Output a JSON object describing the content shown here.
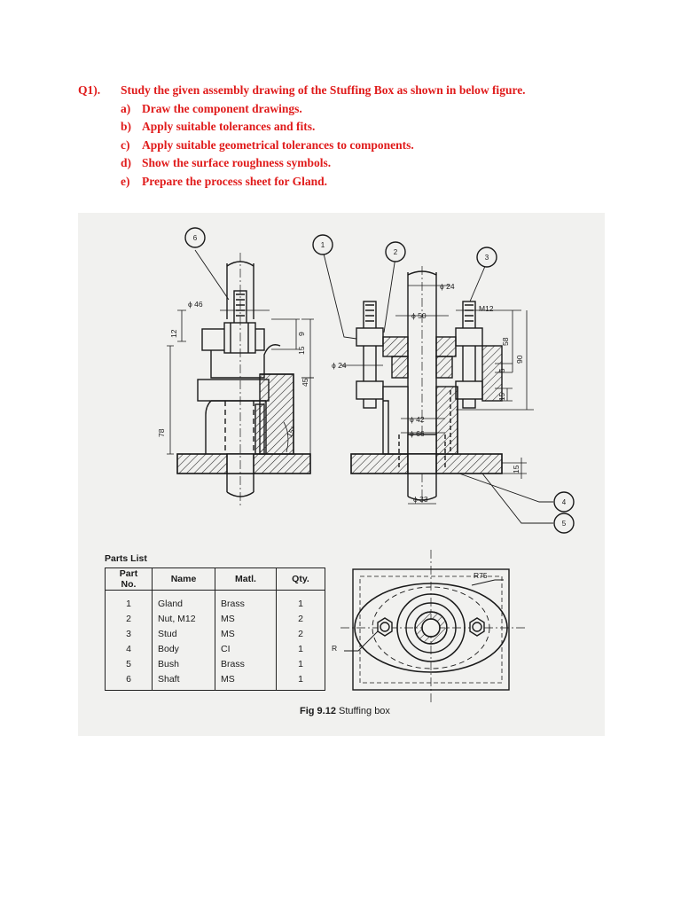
{
  "question": {
    "number": "Q1).",
    "text": "Study the given assembly drawing of the Stuffing Box as shown in below figure.",
    "items": [
      {
        "mark": "a)",
        "text": "Draw the component drawings."
      },
      {
        "mark": "b)",
        "text": "Apply suitable tolerances and fits."
      },
      {
        "mark": "c)",
        "text": "Apply suitable geometrical tolerances to components."
      },
      {
        "mark": "d)",
        "text": "Show the surface roughness symbols."
      },
      {
        "mark": "e)",
        "text": "Prepare the process sheet for Gland."
      }
    ],
    "color": "#e01b1b"
  },
  "drawing": {
    "balloons": [
      "6",
      "1",
      "2",
      "3",
      "4",
      "5"
    ],
    "dims_left": [
      "ϕ 46",
      "12",
      "15",
      "9",
      "45",
      "78",
      "15°"
    ],
    "dims_right": [
      "ϕ 24",
      "ϕ 50",
      "M12",
      "58",
      "90",
      "5",
      "15",
      "ϕ 24",
      "ϕ 42",
      "ϕ 66",
      "15",
      "ϕ 33"
    ],
    "plan_labels": [
      "R75",
      "R"
    ]
  },
  "parts_list": {
    "title": "Parts List",
    "headers": [
      "Part No.",
      "Name",
      "Matl.",
      "Qty."
    ],
    "rows": [
      [
        "1",
        "Gland",
        "Brass",
        "1"
      ],
      [
        "2",
        "Nut, M12",
        "MS",
        "2"
      ],
      [
        "3",
        "Stud",
        "MS",
        "2"
      ],
      [
        "4",
        "Body",
        "CI",
        "1"
      ],
      [
        "5",
        "Bush",
        "Brass",
        "1"
      ],
      [
        "6",
        "Shaft",
        "MS",
        "1"
      ]
    ]
  },
  "caption": {
    "fig": "Fig 9.12",
    "text": "Stuffing box"
  }
}
